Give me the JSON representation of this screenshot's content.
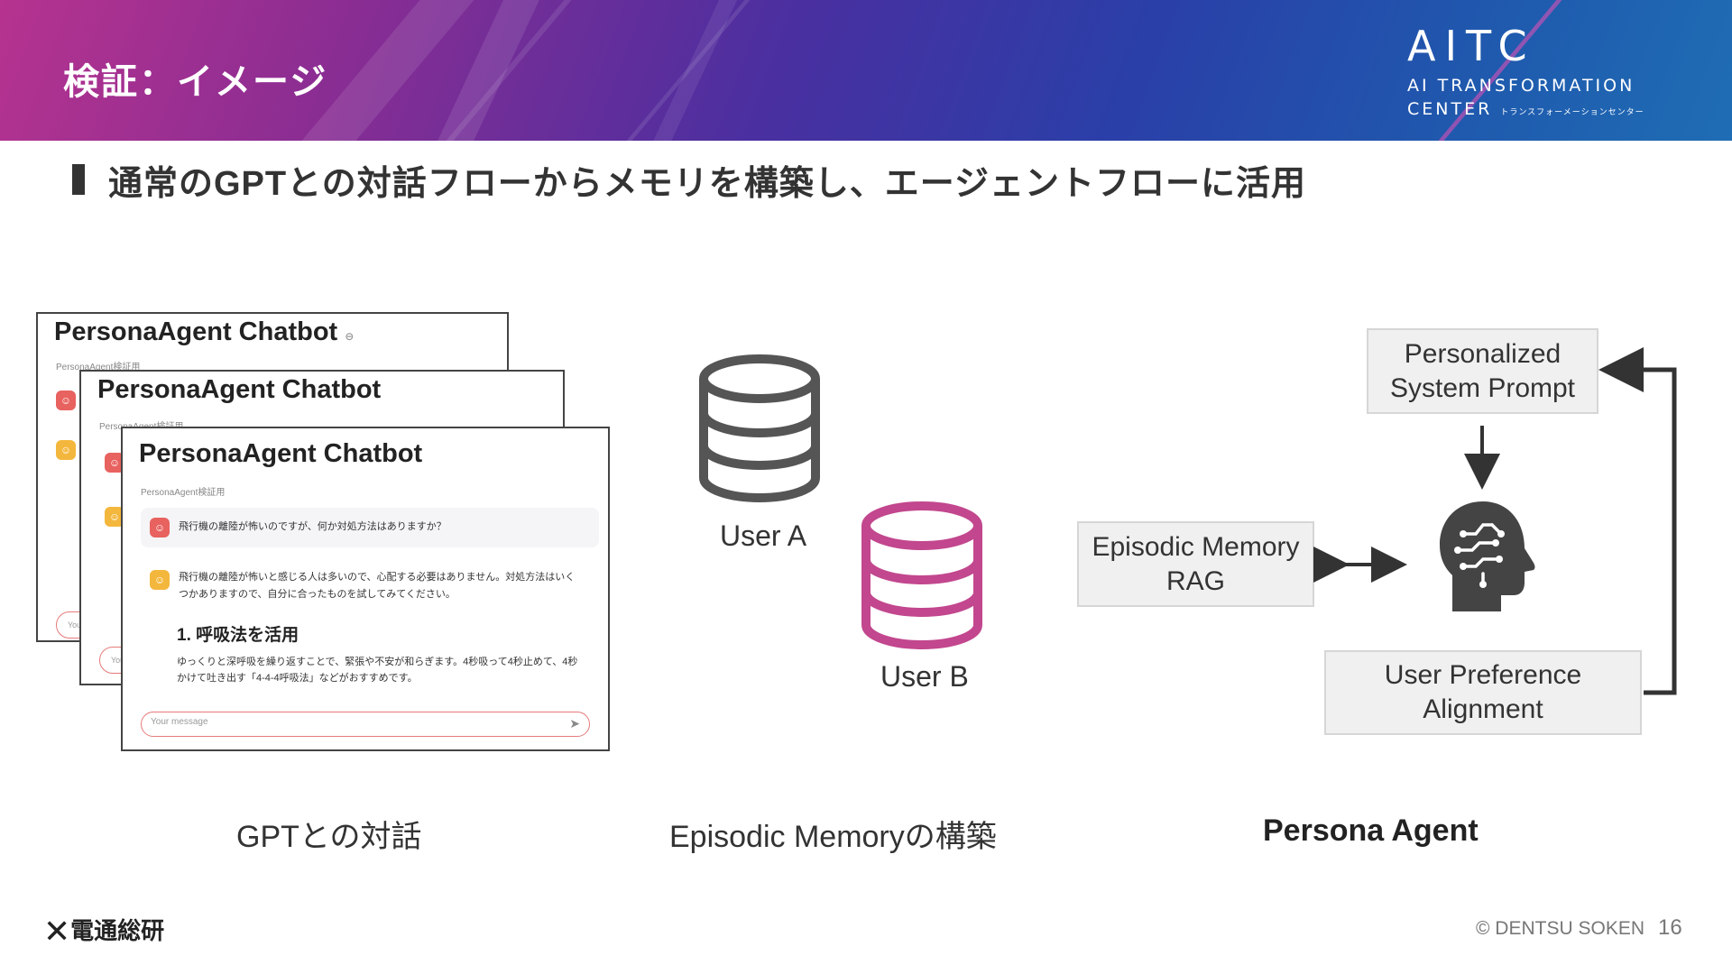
{
  "header": {
    "title": "検証：イメージ",
    "logo": {
      "main": "AITC",
      "line1": "AI TRANSFORMATION",
      "line2": "CENTER",
      "line2_small": "トランスフォーメーションセンター"
    }
  },
  "subtitle": "通常のGPTとの対話フローからメモリを構築し、エージェントフローに活用",
  "chat_cards": {
    "title": "PersonaAgent Chatbot",
    "subtitle": "PersonaAgent検証用",
    "user_message": "飛行機の離陸が怖いのですが、何か対処方法はありますか？",
    "bot_message_1": "飛行機の離陸が怖いと感じる人は多いので、心配する必要はありません。対処方法はいく",
    "bot_message_2": "つかありますので、自分に合ったものを試してみてください。",
    "heading": "1. 呼吸法を活用",
    "body_1": "ゆっくりと深呼吸を繰り返すことで、緊張や不安が和らぎます。4秒吸って4秒止めて、4秒",
    "body_2": "かけて吐き出す「4-4-4呼吸法」などがおすすめです。",
    "input_placeholder": "Your message",
    "you_label": "You"
  },
  "diagram": {
    "user_a": "User A",
    "user_b": "User B",
    "user_a_color": "#555555",
    "user_b_color": "#c2478e",
    "personalized_prompt_1": "Personalized",
    "personalized_prompt_2": "System Prompt",
    "episodic_rag_1": "Episodic Memory",
    "episodic_rag_2": "RAG",
    "preference_1": "User Preference",
    "preference_2": "Alignment",
    "brain_icon": "ai-brain-head-icon"
  },
  "captions": {
    "left": "GPTとの対話",
    "middle": "Episodic Memoryの構築",
    "right": "Persona Agent"
  },
  "footer": {
    "company": "電通総研",
    "copyright": "© DENTSU SOKEN",
    "page": "16"
  }
}
